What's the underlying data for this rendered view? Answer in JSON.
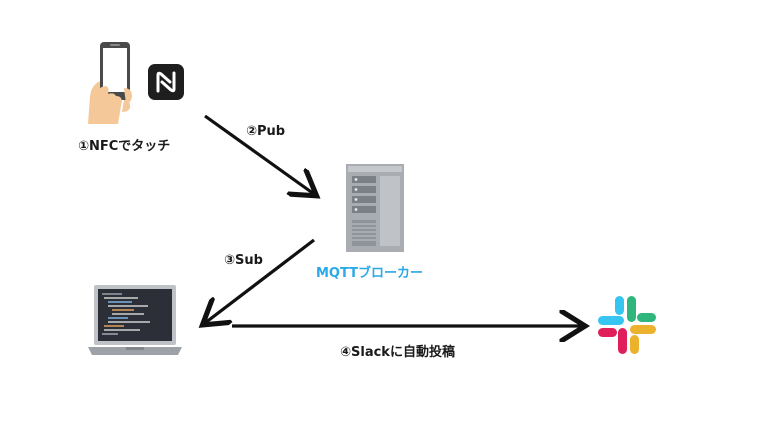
{
  "labels": {
    "step1": "①NFCでタッチ",
    "step2": "②Pub",
    "step3": "③Sub",
    "step4": "④Slackに自動投稿",
    "broker": "MQTTブローカー"
  },
  "nodes": [
    {
      "id": "phone",
      "icon": "hand-smartphone-icon"
    },
    {
      "id": "nfc",
      "icon": "nfc-icon"
    },
    {
      "id": "server",
      "icon": "server-tower-icon"
    },
    {
      "id": "laptop",
      "icon": "laptop-icon"
    },
    {
      "id": "slack",
      "icon": "slack-logo-icon"
    }
  ],
  "edges": [
    {
      "from": "phone",
      "to": "server",
      "label": "②Pub"
    },
    {
      "from": "server",
      "to": "laptop",
      "label": "③Sub"
    },
    {
      "from": "laptop",
      "to": "slack",
      "label": "④Slackに自動投稿"
    }
  ],
  "colors": {
    "broker_label": "#2aa9e8",
    "arrow": "#111111",
    "slack_blue": "#36c5f0",
    "slack_green": "#2eb67d",
    "slack_yellow": "#ecb22e",
    "slack_red": "#e01e5a"
  }
}
